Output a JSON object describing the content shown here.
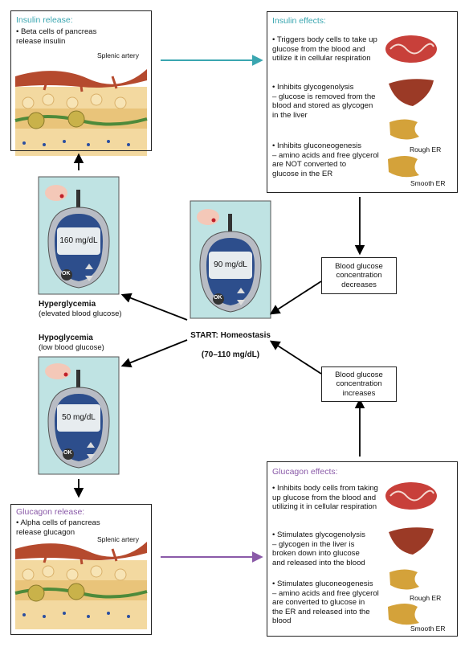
{
  "colors": {
    "insulin": "#3aa6b0",
    "glucagon": "#8a5aa8",
    "arrow": "#000000",
    "meter_bg": "#bfe3e3"
  },
  "insulin_release": {
    "title": "Insulin release:",
    "text": "• Beta cells of pancreas\n   release insulin",
    "artery": "Splenic artery"
  },
  "insulin_effects": {
    "title": "Insulin effects:",
    "item1": "• Triggers body cells to take up\n   glucose from the blood and\n   utilize it in cellular respiration",
    "item2": "• Inhibits glycogenolysis\n   – glucose is removed from the\n   blood and stored as glycogen\n   in the liver",
    "item3": "• Inhibits gluconeogenesis\n   – amino acids and free glycerol\n   are NOT converted to\n   glucose in the ER",
    "rough_er": "Rough ER",
    "smooth_er": "Smooth ER"
  },
  "glucagon_release": {
    "title": "Glucagon release:",
    "text": "• Alpha cells of pancreas\n   release glucagon",
    "artery": "Splenic artery"
  },
  "glucagon_effects": {
    "title": "Glucagon effects:",
    "item1": "• Inhibits body cells from taking\n   up glucose from the blood and\n   utilizing it in cellular respiration",
    "item2": "• Stimulates glycogenolysis\n   – glycogen in the liver is\n   broken down into glucose\n   and released into the blood",
    "item3": "• Stimulates gluconeogenesis\n   – amino acids and free glycerol\n   are converted to glucose in\n   the ER and released into the\n   blood",
    "rough_er": "Rough ER",
    "smooth_er": "Smooth ER"
  },
  "meters": {
    "high": "160 mg/dL",
    "normal": "90 mg/dL",
    "low": "50 mg/dL",
    "ok": "OK"
  },
  "hyperglycemia": {
    "title": "Hyperglycemia",
    "sub": "(elevated blood glucose)"
  },
  "hypoglycemia": {
    "title": "Hypoglycemia",
    "sub": "(low blood glucose)"
  },
  "start": {
    "line1": "START: Homeostasis",
    "line2": "(70–110 mg/dL)"
  },
  "decreases": "Blood glucose\nconcentration\ndecreases",
  "increases": "Blood glucose\nconcentration\nincreases"
}
